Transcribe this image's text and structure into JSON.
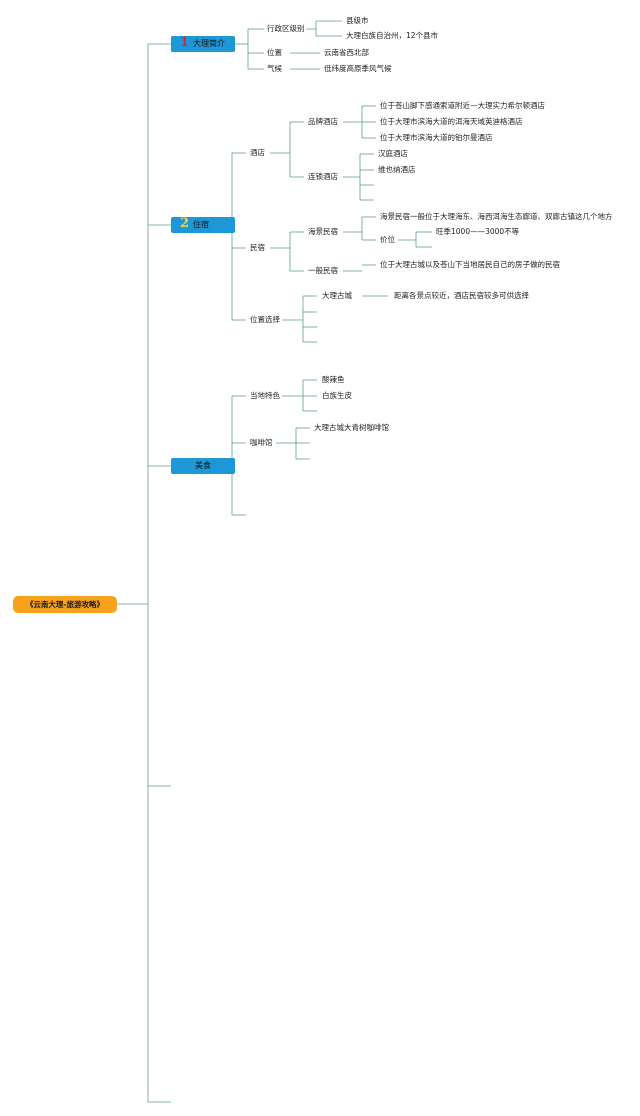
{
  "root": "《云南大理-旅游攻略》",
  "topics": [
    {
      "num": "1",
      "label": "大理简介",
      "num_color": "#e0262a"
    },
    {
      "num": "2",
      "label": "住宿",
      "num_color": "#f2d23c"
    },
    {
      "num": "",
      "label": "美食"
    }
  ],
  "intro": {
    "admin_level": "行政区级别",
    "admin_children": [
      "县级市",
      "大理白族自治州，12个县市"
    ],
    "location": "位置",
    "location_value": "云南省西北部",
    "climate": "气候",
    "climate_value": "低纬度高原季风气候"
  },
  "lodging": {
    "hotel": "酒店",
    "brand_hotel": "品牌酒店",
    "brand_items": [
      "位于苍山脚下感通索道附近—大理实力希尔顿酒店",
      "位于大理市滨海大道的洱海天域英迪格酒店",
      "位于大理市滨海大道的铂尔曼酒店"
    ],
    "chain_hotel": "连锁酒店",
    "chain_items": [
      "汉庭酒店",
      "维也纳酒店"
    ],
    "homestay": "民宿",
    "seaview": "海景民宿",
    "seaview_desc": "海景民宿一般位于大理海东、海西洱海生态廊道、双廊古镇这几个地方",
    "price_label": "价位",
    "price_value": "旺季1000——3000不等",
    "ordinary": "一般民宿",
    "ordinary_desc": "位于大理古城以及苍山下当地居民自己的房子做的民宿",
    "location_choice": "位置选择",
    "ancient_city": "大理古城",
    "ancient_city_desc": "距离各景点较近，酒店民宿较多可供选择"
  },
  "food": {
    "local": "当地特色",
    "local_items": [
      "酸辣鱼",
      "白族生皮"
    ],
    "coffee": "咖啡馆",
    "coffee_items": [
      "大理古城大青树咖啡馆"
    ]
  },
  "colors": {
    "root_fill": "#f7a21b",
    "topic_fill": "#1e97d6",
    "line": "#5b9e8e"
  }
}
